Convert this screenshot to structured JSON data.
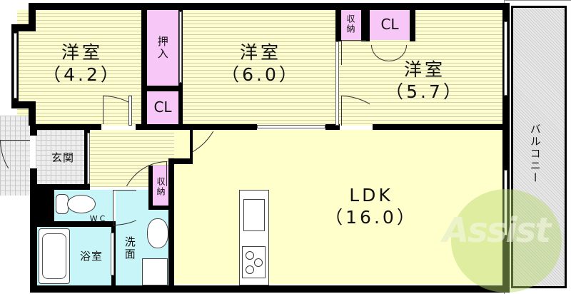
{
  "floor_plan": {
    "rooms": [
      {
        "id": "western-room-1",
        "name": "洋室",
        "size": "（4.2）"
      },
      {
        "id": "western-room-2",
        "name": "洋室",
        "size": "（6.0）"
      },
      {
        "id": "western-room-3",
        "name": "洋室",
        "size": "（5.7）"
      },
      {
        "id": "ldk",
        "name": "LDK",
        "size": "（16.0）"
      },
      {
        "id": "entrance",
        "name": "玄関"
      },
      {
        "id": "bathroom",
        "name": "浴室"
      },
      {
        "id": "washroom",
        "name": "洗面"
      },
      {
        "id": "toilet",
        "name": "WC"
      },
      {
        "id": "balcony",
        "name": "バルコニー"
      }
    ],
    "storage": {
      "oshiire": "押入",
      "cl_1": "CL",
      "cl_2": "CL",
      "shuno_1": "収納",
      "shuno_2": "収納"
    },
    "watermark": {
      "text": "Assist",
      "color": "#a8d060"
    }
  },
  "colors": {
    "wall": "#000000",
    "western_floor": "#fdfdd0",
    "ldk_floor": "#ffffcc",
    "storage": "#f7c8f7",
    "wet_area": "#c8f5f8",
    "entrance_tile": "#eeeeee",
    "balcony": "#e8e8e8"
  }
}
